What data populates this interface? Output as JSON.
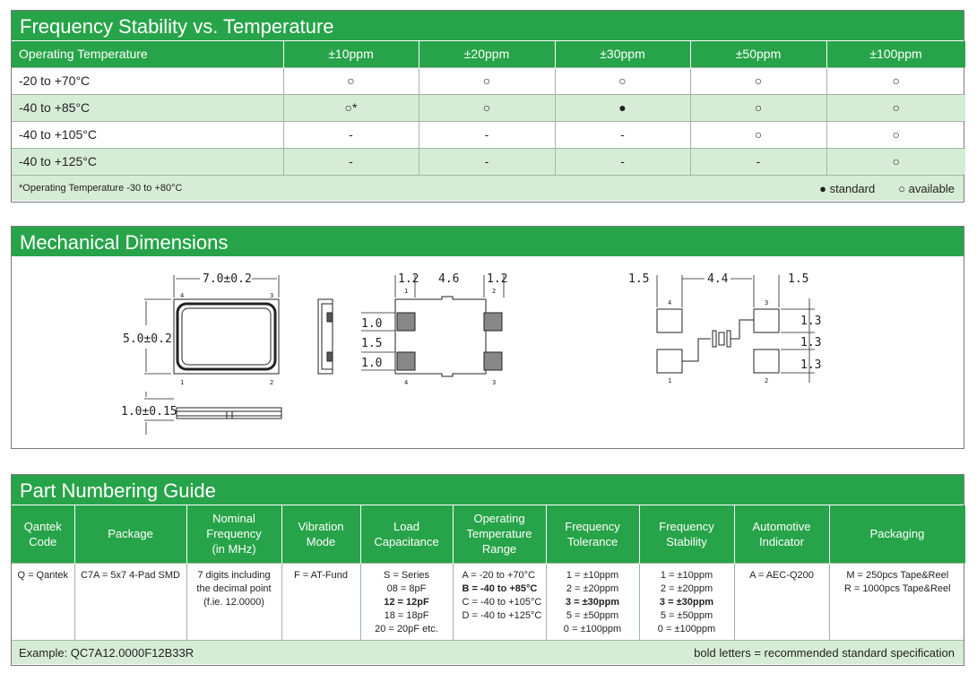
{
  "freq": {
    "title": "Frequency Stability vs. Temperature",
    "headers": [
      "Operating Temperature",
      "±10ppm",
      "±20ppm",
      "±30ppm",
      "±50ppm",
      "±100ppm"
    ],
    "rows": [
      [
        "-20 to +70°C",
        "○",
        "○",
        "○",
        "○",
        "○"
      ],
      [
        "-40 to +85°C",
        "○*",
        "○",
        "●",
        "○",
        "○"
      ],
      [
        "-40 to +105°C",
        "-",
        "-",
        "-",
        "○",
        "○"
      ],
      [
        "-40 to +125°C",
        "-",
        "-",
        "-",
        "-",
        "○"
      ]
    ],
    "footnote": "*Operating Temperature -30 to +80°C",
    "legend_standard": "● standard",
    "legend_available": "○ available"
  },
  "mech": {
    "title": "Mechanical Dimensions",
    "dims": {
      "length": "7.0±0.2",
      "width": "5.0±0.2",
      "height": "1.0±0.15",
      "pad_w1": "1.2",
      "pad_gap": "4.6",
      "pad_w2": "1.2",
      "pad_h1": "1.0",
      "pad_mid": "1.5",
      "pad_h2": "1.0",
      "land_w1": "1.5",
      "land_gap": "4.4",
      "land_w2": "1.5",
      "land_h1": "1.3",
      "land_mid": "1.3",
      "land_h2": "1.3"
    },
    "pins": [
      "1",
      "2",
      "3",
      "4"
    ]
  },
  "pn": {
    "title": "Part Numbering Guide",
    "headers": [
      "Qantek\nCode",
      "Package",
      "Nominal\nFrequency\n(in MHz)",
      "Vibration\nMode",
      "Load\nCapacitance",
      "Operating\nTemperature\nRange",
      "Frequency\nTolerance",
      "Frequency\nStability",
      "Automotive\nIndicator",
      "Packaging"
    ],
    "cells": [
      [
        "Q = Qantek"
      ],
      [
        "C7A = 5x7 4-Pad SMD"
      ],
      [
        "7 digits including",
        "the decimal point",
        "(f.ie. 12.0000)"
      ],
      [
        "F = AT-Fund"
      ],
      [
        "S = Series",
        "08 = 8pF",
        "12 = 12pF",
        "18 = 18pF",
        "20 = 20pF   etc."
      ],
      [
        "A = -20 to +70°C",
        "B = -40 to +85°C",
        "C = -40 to +105°C",
        "D = -40 to +125°C"
      ],
      [
        "1 = ±10ppm",
        "2 = ±20ppm",
        "3 = ±30ppm",
        "5 = ±50ppm",
        "0 = ±100ppm"
      ],
      [
        "1 = ±10ppm",
        "2 = ±20ppm",
        "3 = ±30ppm",
        "5 = ±50ppm",
        "0 = ±100ppm"
      ],
      [
        "A = AEC-Q200"
      ],
      [
        "M = 250pcs Tape&Reel",
        "R = 1000pcs Tape&Reel"
      ]
    ],
    "bold": [
      [],
      [],
      [],
      [],
      [
        2
      ],
      [
        1
      ],
      [
        2
      ],
      [
        2
      ],
      [],
      []
    ],
    "example": "Example: QC7A12.0000F12B33R",
    "bold_note": "bold letters = recommended standard specification"
  },
  "colors": {
    "green": "#27a449",
    "light_green": "#d7ecd6"
  }
}
